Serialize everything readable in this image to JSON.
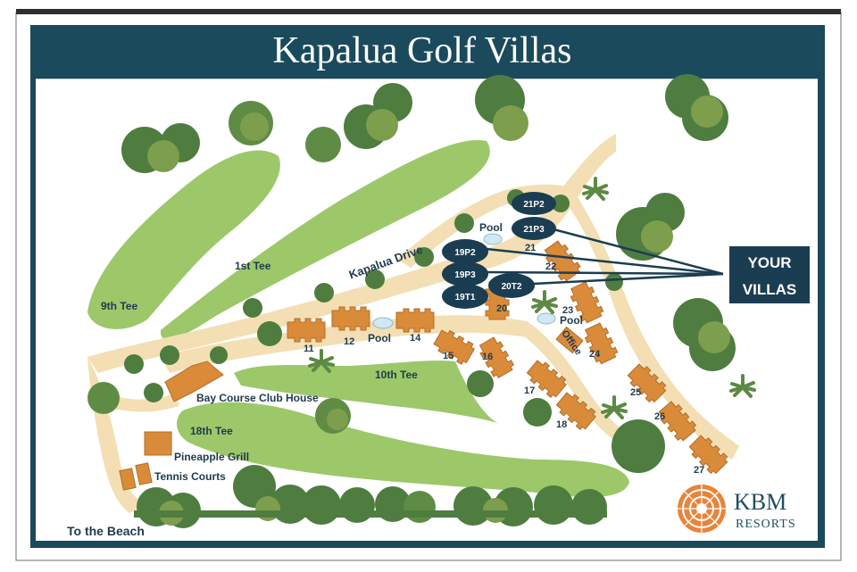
{
  "title": "Kapalua Golf Villas",
  "road_label": "Kapalua Drive",
  "your_villas": [
    "YOUR",
    "VILLAS"
  ],
  "badges": {
    "b21p2": "21P2",
    "b21p3": "21P3",
    "b19p2": "19P2",
    "b19p3": "19P3",
    "b19t1": "19T1",
    "b20t2": "20T2"
  },
  "labels": {
    "ninth_tee": "9th Tee",
    "first_tee": "1st Tee",
    "tenth_tee": "10th Tee",
    "eighteenth_tee": "18th Tee",
    "clubhouse": "Bay Course Club House",
    "pineapple_grill": "Pineapple Grill",
    "tennis_courts": "Tennis Courts",
    "to_beach": "To the Beach",
    "pool1": "Pool",
    "pool2": "Pool",
    "pool3": "Pool",
    "office": "Office"
  },
  "buildings": {
    "n11": "11",
    "n12": "12",
    "n14": "14",
    "n15": "15",
    "n16": "16",
    "n17": "17",
    "n18": "18",
    "n20": "20",
    "n21": "21",
    "n22": "22",
    "n23": "23",
    "n24": "24",
    "n25": "25",
    "n26": "26",
    "n27": "27"
  },
  "logo": {
    "name": "KBM",
    "sub": "RESORTS"
  },
  "colors": {
    "frame": "#1a4a5c",
    "fairway": "#9cc86a",
    "path": "#f3dfb3",
    "tree_dark": "#4e7d3f",
    "tree_light": "#7d9e4c",
    "building": "#d98b3a",
    "badge": "#1b3d52"
  }
}
